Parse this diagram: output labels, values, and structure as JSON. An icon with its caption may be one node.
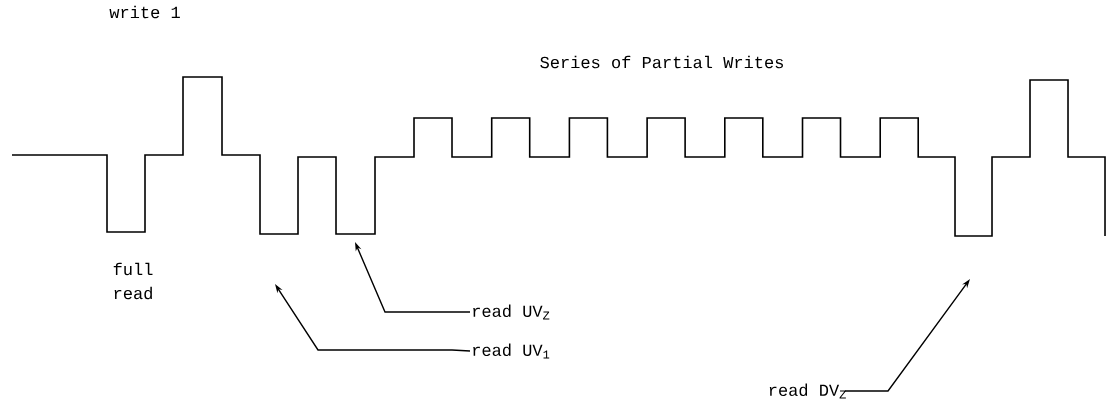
{
  "diagram": {
    "nodes": [
      {
        "text": [
          "read UV$_{Z}$"
        ]
      },
      {
        "text": [
          "read UV$_{1}$"
        ]
      },
      {
        "text": [
          "read DV$_{Z}$"
        ]
      }
    ],
    "edges": [
      {
        "from": 0,
        "to": null,
        "arrow": "to"
      },
      {
        "from": 1,
        "to": null,
        "arrow": "to"
      },
      {
        "from": 2,
        "to": null,
        "arrow": "to"
      }
    ],
    "labels": [
      "write 1",
      "Series of Partial Writes",
      "full read"
    ]
  }
}
